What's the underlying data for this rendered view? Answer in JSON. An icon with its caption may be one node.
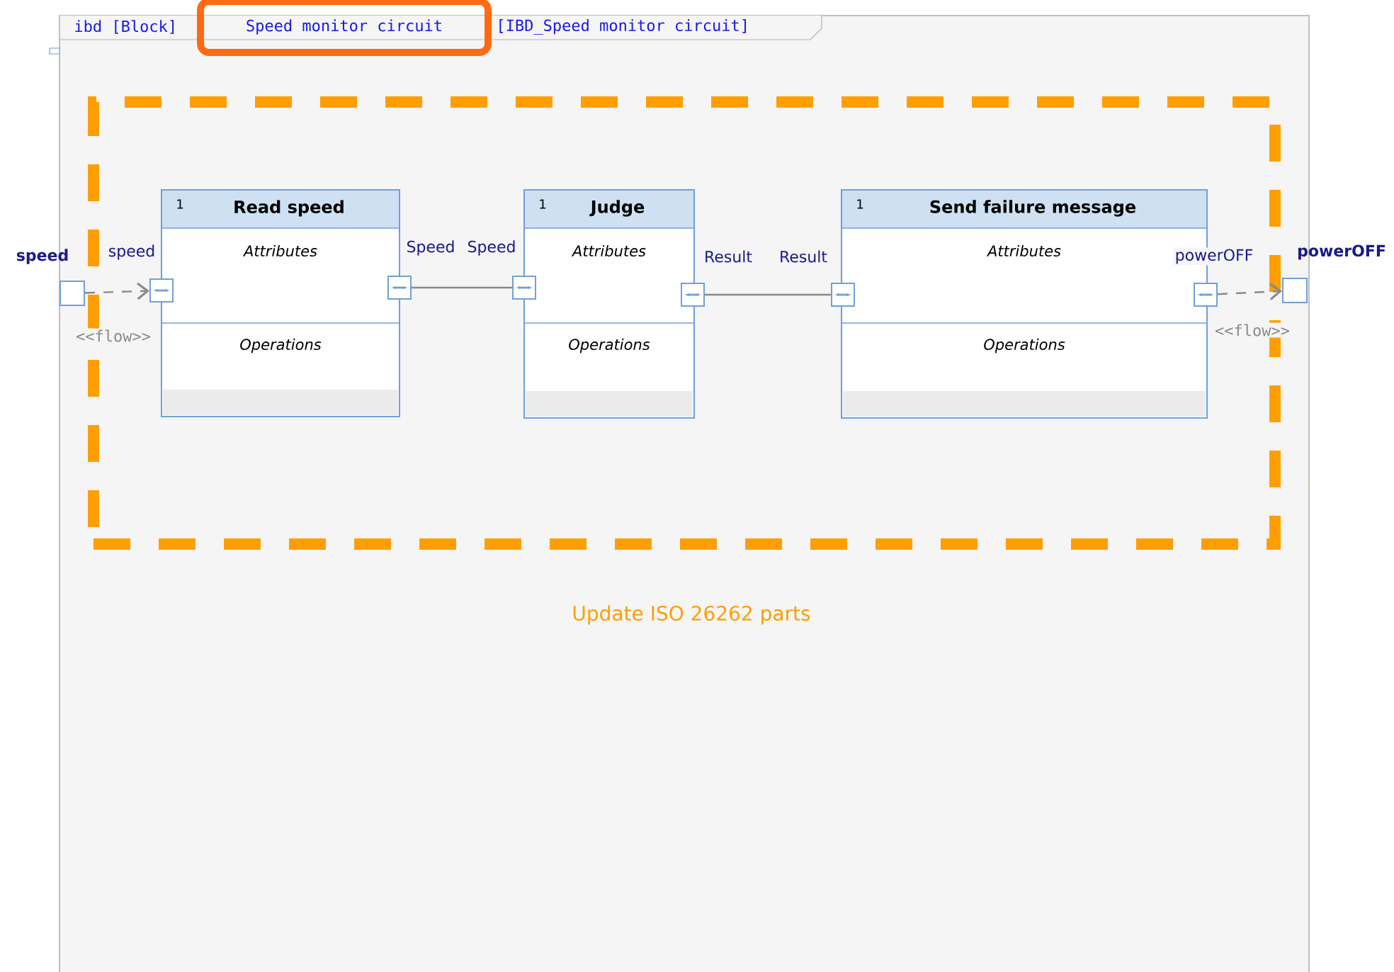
{
  "diagram": {
    "nodes": [
      {
        "text": [
          "Speed monitor circuit"
        ]
      },
      {
        "text": [],
        "shape": "box"
      },
      {
        "text": [
          "1",
          "Read speed",
          "Attributes",
          "Operations"
        ],
        "in": 1
      },
      {
        "text": [
          "1",
          "Judge",
          "Attributes",
          "Operations"
        ],
        "in": 1
      },
      {
        "text": [
          "1",
          "Send failure message",
          "Attributes",
          "Operations"
        ],
        "in": 1
      },
      {
        "text": [],
        "shape": "box"
      },
      {
        "text": [],
        "shape": "box",
        "in": 1
      },
      {
        "text": [],
        "shape": "box",
        "in": 1
      },
      {
        "text": [],
        "shape": "box",
        "in": 1
      },
      {
        "text": [],
        "shape": "box",
        "in": 1
      },
      {
        "text": [],
        "shape": "box",
        "in": 1
      },
      {
        "text": [],
        "shape": "box",
        "in": 1
      },
      {
        "text": [],
        "shape": "box"
      }
    ],
    "edges": [
      {
        "from": 5,
        "to": 6,
        "arrow": "to",
        "style": "dashed",
        "label": "<<flow>>"
      },
      {
        "from": 7,
        "to": 8,
        "arrow": "none"
      },
      {
        "from": 9,
        "to": 10,
        "arrow": "none"
      },
      {
        "from": 11,
        "to": 12,
        "arrow": "to",
        "style": "dashed",
        "label": "<<flow>>"
      }
    ],
    "labels": [
      "ibd [Block]",
      "[IBD_Speed monitor circuit]",
      "speed",
      "speed",
      "Speed",
      "Speed",
      "Result",
      "Result",
      "powerOFF",
      "powerOFF",
      "Update ISO 26262 parts"
    ]
  }
}
